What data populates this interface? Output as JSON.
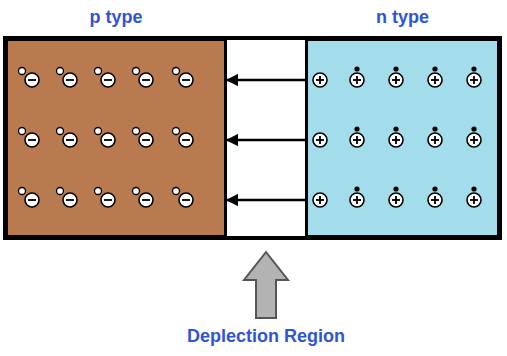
{
  "diagram": {
    "nodes": [
      {
        "text": [
          "p type"
        ]
      },
      {
        "text": [
          "n type"
        ]
      }
    ],
    "edges": [
      {
        "from": 1,
        "to": 0,
        "arrow": "to"
      },
      {
        "from": 1,
        "to": 0,
        "arrow": "to"
      },
      {
        "from": 1,
        "to": 0,
        "arrow": "to"
      }
    ],
    "labels": [
      "Deplection Region"
    ]
  }
}
